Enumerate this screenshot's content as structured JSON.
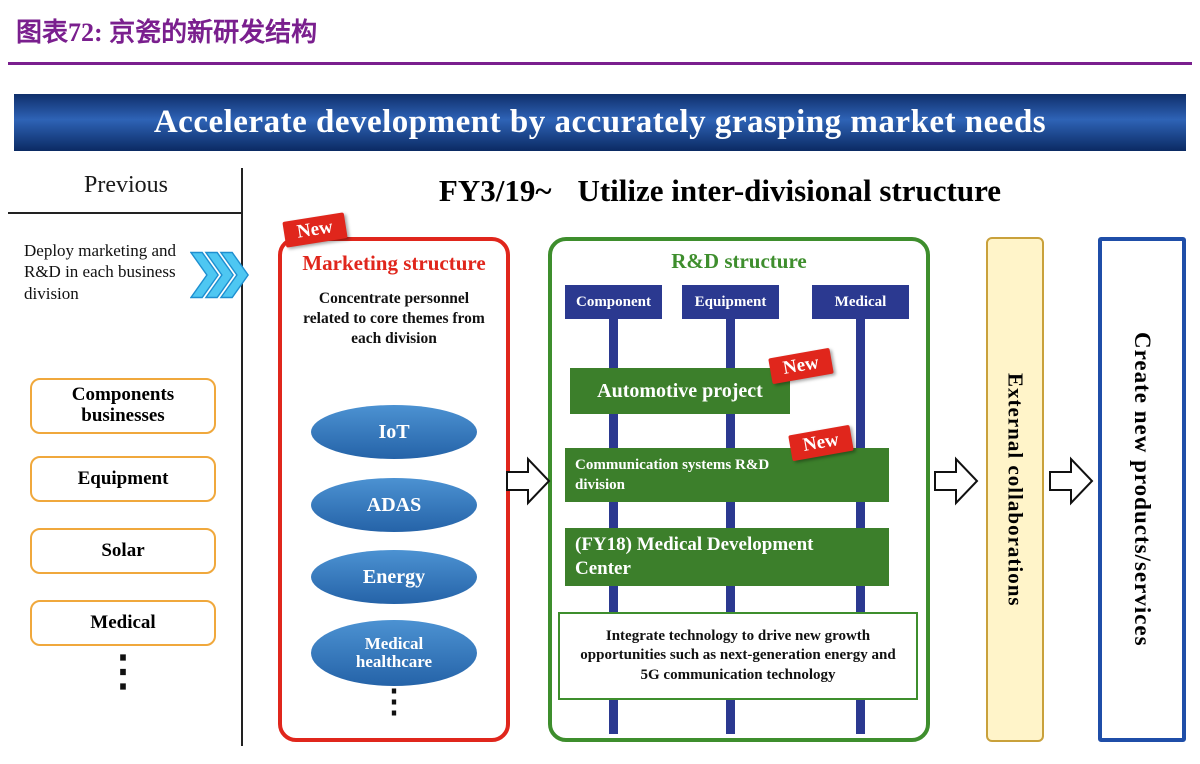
{
  "figure": {
    "caption": "图表72: 京瓷的新研发结构"
  },
  "banner": {
    "text": "Accelerate development by accurately grasping market needs"
  },
  "previous": {
    "heading": "Previous",
    "description": "Deploy marketing and R&D in each business division",
    "boxes": [
      "Components businesses",
      "Equipment",
      "Solar",
      "Medical"
    ],
    "dots": "⋮"
  },
  "fy": {
    "prefix": "FY3/19~",
    "text": "Utilize inter-divisional structure"
  },
  "marketing": {
    "badge": "New",
    "title": "Marketing structure",
    "description": "Concentrate personnel related to core themes from each division",
    "themes": [
      "IoT",
      "ADAS",
      "Energy",
      "Medical healthcare"
    ],
    "dots": "⋮"
  },
  "rnd": {
    "title": "R&D structure",
    "divisions": [
      "Component",
      "Equipment",
      "Medical"
    ],
    "projects": [
      {
        "label": "Automotive project",
        "badge": "New"
      },
      {
        "label": "Communication systems R&D division",
        "badge": "New"
      },
      {
        "label": "(FY18) Medical Development Center"
      }
    ],
    "note": "Integrate technology to drive new growth opportunities such as next-generation energy and 5G communication technology"
  },
  "external": {
    "label": "External collaborations"
  },
  "output": {
    "label": "Create new products/services"
  },
  "colors": {
    "title_purple": "#7A1F8E",
    "banner_blue": "#2E63B6",
    "marketing_red": "#E0261C",
    "rnd_green": "#3E8E2D",
    "division_navy": "#2B3990",
    "theme_blue": "#2E74B5",
    "previous_box_orange": "#F0A83C",
    "external_yellow": "#FFF4C9",
    "output_blue": "#1F4EA8",
    "chevron_blue": "#4EC7F2"
  }
}
